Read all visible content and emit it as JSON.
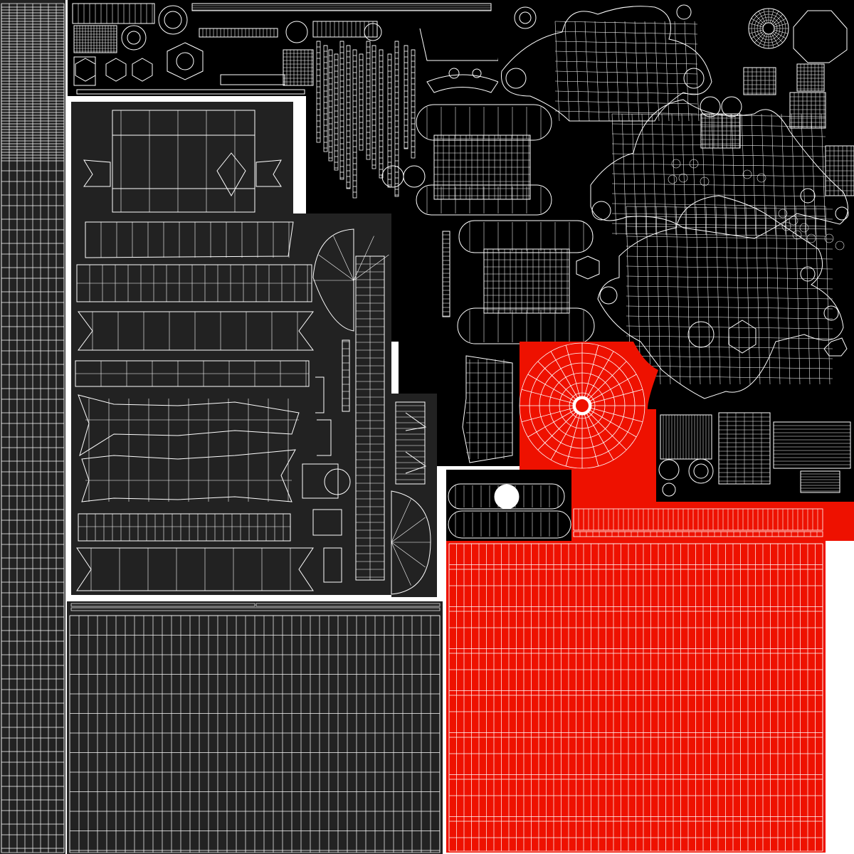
{
  "texture": {
    "kind": "uv-wireframe-layout",
    "colors": {
      "background": "#ffffff",
      "void": "#000000",
      "island_dark": "#222222",
      "highlight": "#ee1100",
      "wire": "#ffffff"
    },
    "highlighted_regions": [
      "large-grid-panel",
      "round-lid-island",
      "lower-right-strip"
    ]
  }
}
